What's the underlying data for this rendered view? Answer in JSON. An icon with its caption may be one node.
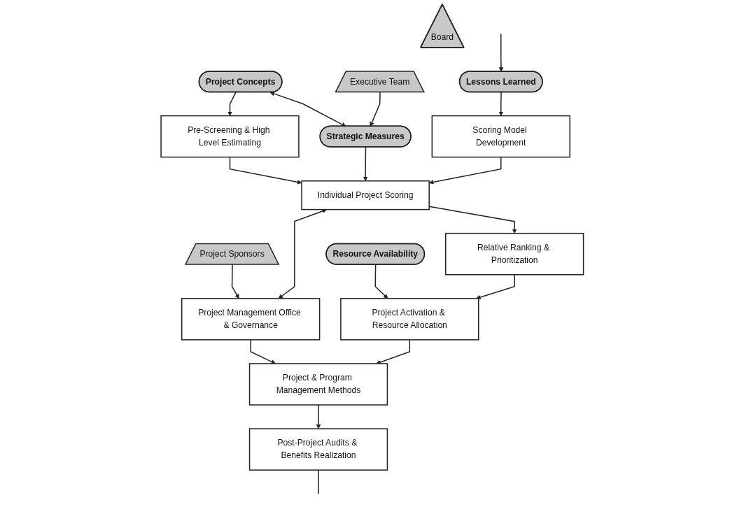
{
  "diagram": {
    "nodes": [
      {
        "text": [
          "Project Concepts"
        ]
      },
      {
        "text": [
          "Strategic Measures"
        ]
      },
      {
        "text": [
          "Board"
        ]
      },
      {
        "text": [
          "Executive Team"
        ]
      },
      {
        "text": [
          "Project Sponsors"
        ]
      },
      {
        "text": [
          "Pre-Screening & High Level Estimating"
        ]
      },
      {
        "text": [
          "Individual Project Scoring"
        ]
      },
      {
        "text": [
          "Relative Ranking & Prioritization"
        ]
      },
      {
        "text": [
          "Project Management Office & Governance"
        ]
      },
      {
        "text": [
          "Scoring Model Development"
        ]
      },
      {
        "text": [
          "Project Activation & Resource Allocation"
        ]
      },
      {
        "text": [
          "Project & Program Management Methods"
        ]
      },
      {
        "text": [
          "Lessons Learned"
        ]
      },
      {
        "text": [
          "Resource Availability"
        ]
      },
      {
        "text": [
          "Post-Project Audits & Benefits Realization"
        ]
      }
    ],
    "edges": [
      {
        "from": 0,
        "to": 1,
        "arrow": "both"
      },
      {
        "from": 0,
        "to": 5,
        "arrow": "to"
      },
      {
        "from": 1,
        "to": 6,
        "arrow": "to"
      },
      {
        "from": 3,
        "to": 1,
        "arrow": "to"
      },
      {
        "from": 5,
        "to": 6,
        "arrow": "to"
      },
      {
        "from": 9,
        "to": 6,
        "arrow": "to"
      },
      {
        "from": 6,
        "to": 7,
        "arrow": "to"
      },
      {
        "from": 6,
        "to": 8,
        "arrow": "both"
      },
      {
        "from": 4,
        "to": 8,
        "arrow": "to"
      },
      {
        "from": 7,
        "to": 10,
        "arrow": "to"
      },
      {
        "from": 10,
        "to": 11,
        "arrow": "to"
      },
      {
        "from": 8,
        "to": 11,
        "arrow": "to"
      },
      {
        "from": 12,
        "to": 9,
        "arrow": "to"
      },
      {
        "from": 13,
        "to": 10,
        "arrow": "to"
      },
      {
        "from": 11,
        "to": 14,
        "arrow": "to"
      },
      {
        "from": null,
        "to": 12,
        "arrow": "to"
      },
      {
        "from": 14,
        "to": null,
        "arrow": "none"
      }
    ]
  }
}
